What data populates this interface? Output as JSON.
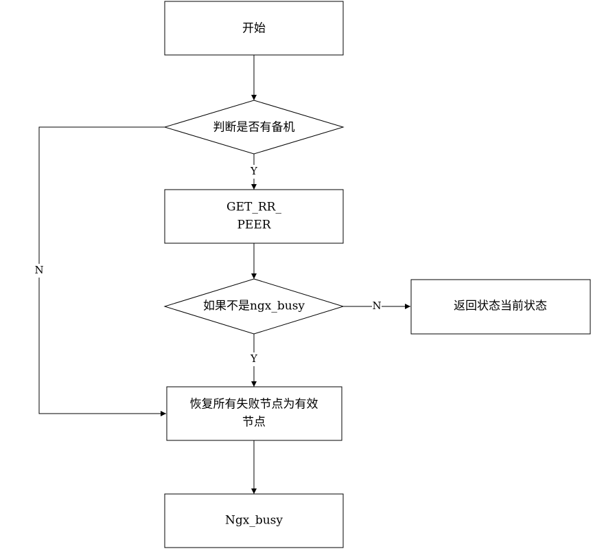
{
  "nodes": {
    "start": "开始",
    "check_backup": "判断是否有备机",
    "get_rr_peer_line1": "GET_RR_",
    "get_rr_peer_line2": "PEER",
    "check_busy": "如果不是ngx_busy",
    "return_state": "返回状态当前状态",
    "restore_line1": "恢复所有失败节点为有效",
    "restore_line2": "节点",
    "ngx_busy": "Ngx_busy"
  },
  "edges": {
    "backup_yes": "Y",
    "backup_no": "N",
    "busy_yes": "Y",
    "busy_no": "N"
  }
}
